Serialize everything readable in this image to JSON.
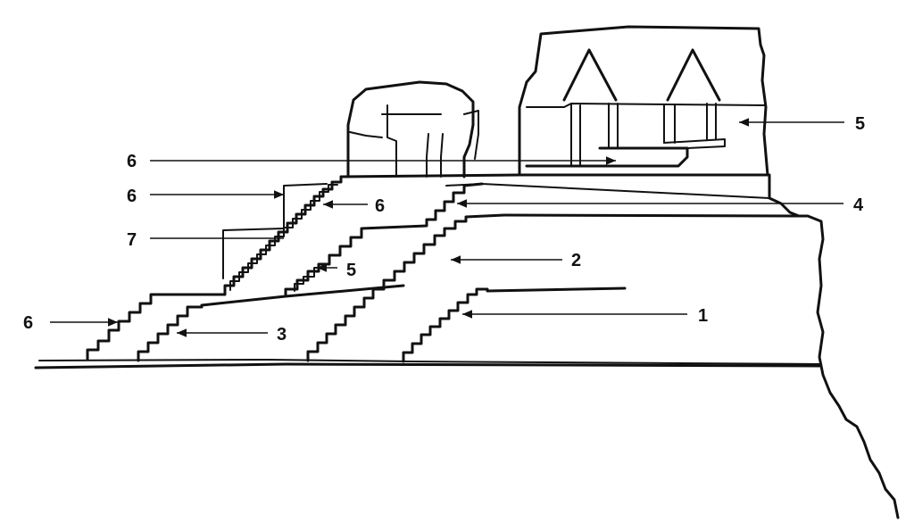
{
  "diagram": {
    "labels": [
      {
        "id": "label-1",
        "text": "1"
      },
      {
        "id": "label-2",
        "text": "2"
      },
      {
        "id": "label-3",
        "text": "3"
      },
      {
        "id": "label-4",
        "text": "4"
      },
      {
        "id": "label-5-right",
        "text": "5"
      },
      {
        "id": "label-5-stair",
        "text": "5"
      },
      {
        "id": "label-6-top",
        "text": "6"
      },
      {
        "id": "label-6-mid",
        "text": "6"
      },
      {
        "id": "label-6-stair",
        "text": "6"
      },
      {
        "id": "label-6-bottom",
        "text": "6"
      },
      {
        "id": "label-7",
        "text": "7"
      }
    ]
  }
}
